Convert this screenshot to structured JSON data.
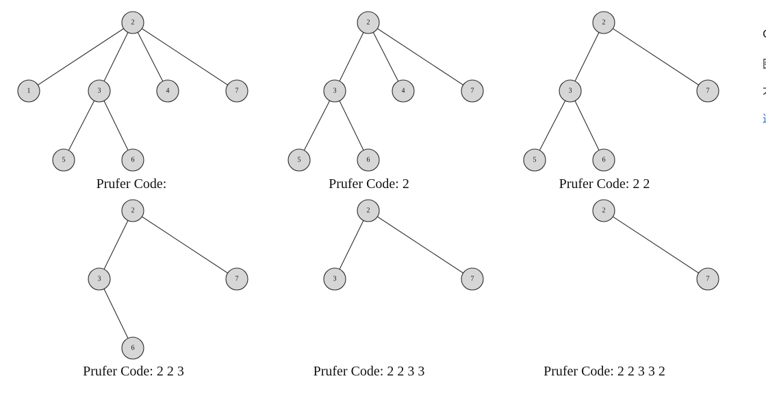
{
  "panels": [
    {
      "caption": "Prufer Code:",
      "nodes": [
        {
          "id": "2",
          "label": "2"
        },
        {
          "id": "1",
          "label": "1"
        },
        {
          "id": "3",
          "label": "3"
        },
        {
          "id": "4",
          "label": "4"
        },
        {
          "id": "7",
          "label": "7"
        },
        {
          "id": "5",
          "label": "5"
        },
        {
          "id": "6",
          "label": "6"
        }
      ],
      "edges": [
        [
          "2",
          "1"
        ],
        [
          "2",
          "3"
        ],
        [
          "2",
          "4"
        ],
        [
          "2",
          "7"
        ],
        [
          "3",
          "5"
        ],
        [
          "3",
          "6"
        ]
      ]
    },
    {
      "caption": "Prufer Code: 2",
      "nodes": [
        {
          "id": "2",
          "label": "2"
        },
        {
          "id": "3",
          "label": "3"
        },
        {
          "id": "4",
          "label": "4"
        },
        {
          "id": "7",
          "label": "7"
        },
        {
          "id": "5",
          "label": "5"
        },
        {
          "id": "6",
          "label": "6"
        }
      ],
      "edges": [
        [
          "2",
          "3"
        ],
        [
          "2",
          "4"
        ],
        [
          "2",
          "7"
        ],
        [
          "3",
          "5"
        ],
        [
          "3",
          "6"
        ]
      ]
    },
    {
      "caption": "Prufer Code: 2 2",
      "nodes": [
        {
          "id": "2",
          "label": "2"
        },
        {
          "id": "3",
          "label": "3"
        },
        {
          "id": "7",
          "label": "7"
        },
        {
          "id": "5",
          "label": "5"
        },
        {
          "id": "6",
          "label": "6"
        }
      ],
      "edges": [
        [
          "2",
          "3"
        ],
        [
          "2",
          "7"
        ],
        [
          "3",
          "5"
        ],
        [
          "3",
          "6"
        ]
      ]
    },
    {
      "caption": "Prufer Code: 2 2 3",
      "nodes": [
        {
          "id": "2",
          "label": "2"
        },
        {
          "id": "3",
          "label": "3"
        },
        {
          "id": "7",
          "label": "7"
        },
        {
          "id": "6",
          "label": "6"
        }
      ],
      "edges": [
        [
          "2",
          "3"
        ],
        [
          "2",
          "7"
        ],
        [
          "3",
          "6"
        ]
      ]
    },
    {
      "caption": "Prufer Code: 2 2 3 3",
      "nodes": [
        {
          "id": "2",
          "label": "2"
        },
        {
          "id": "3",
          "label": "3"
        },
        {
          "id": "7",
          "label": "7"
        }
      ],
      "edges": [
        [
          "2",
          "3"
        ],
        [
          "2",
          "7"
        ]
      ]
    },
    {
      "caption": "Prufer Code: 2 2 3 3 2",
      "nodes": [
        {
          "id": "2",
          "label": "2"
        },
        {
          "id": "7",
          "label": "7"
        }
      ],
      "edges": [
        [
          "2",
          "7"
        ]
      ]
    }
  ],
  "side_text": {
    "line1": "C",
    "line2": "图",
    "line3": "大",
    "line4": "这"
  },
  "colors": {
    "node_fill": "#d6d6d6",
    "stroke": "#2a2a2a",
    "link": "#2b6fd1"
  }
}
